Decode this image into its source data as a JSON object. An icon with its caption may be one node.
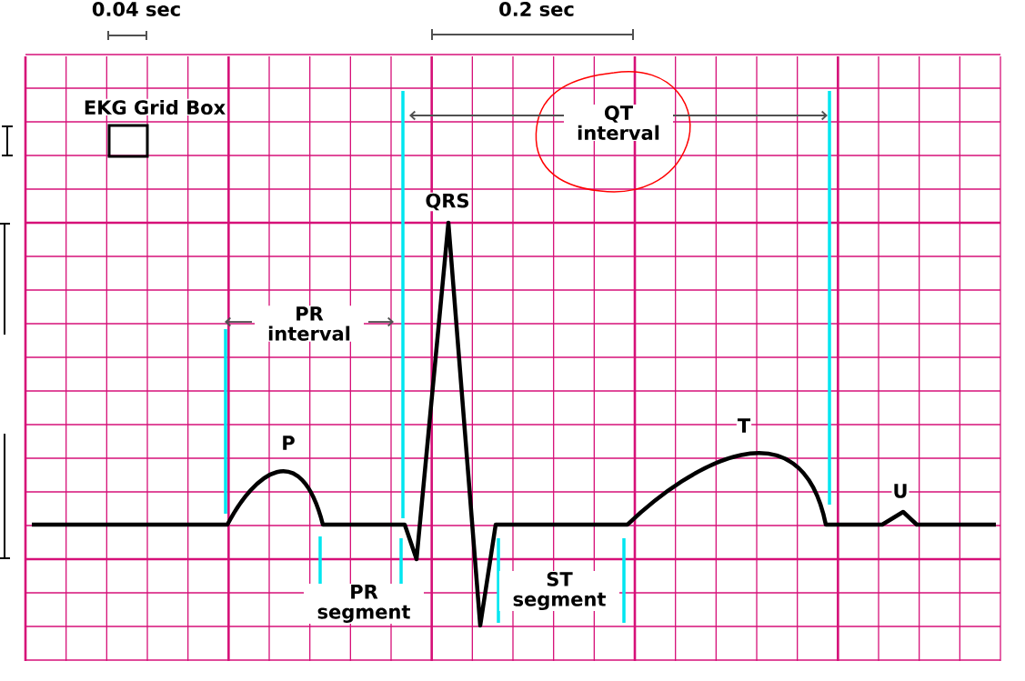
{
  "diagram": {
    "labels": [
      "0.04 sec",
      "0.2 sec",
      "EKG Grid Box",
      "QT interval",
      "QRS",
      "PR interval",
      "T",
      "P",
      "U",
      "PR segment",
      "ST segment"
    ]
  }
}
